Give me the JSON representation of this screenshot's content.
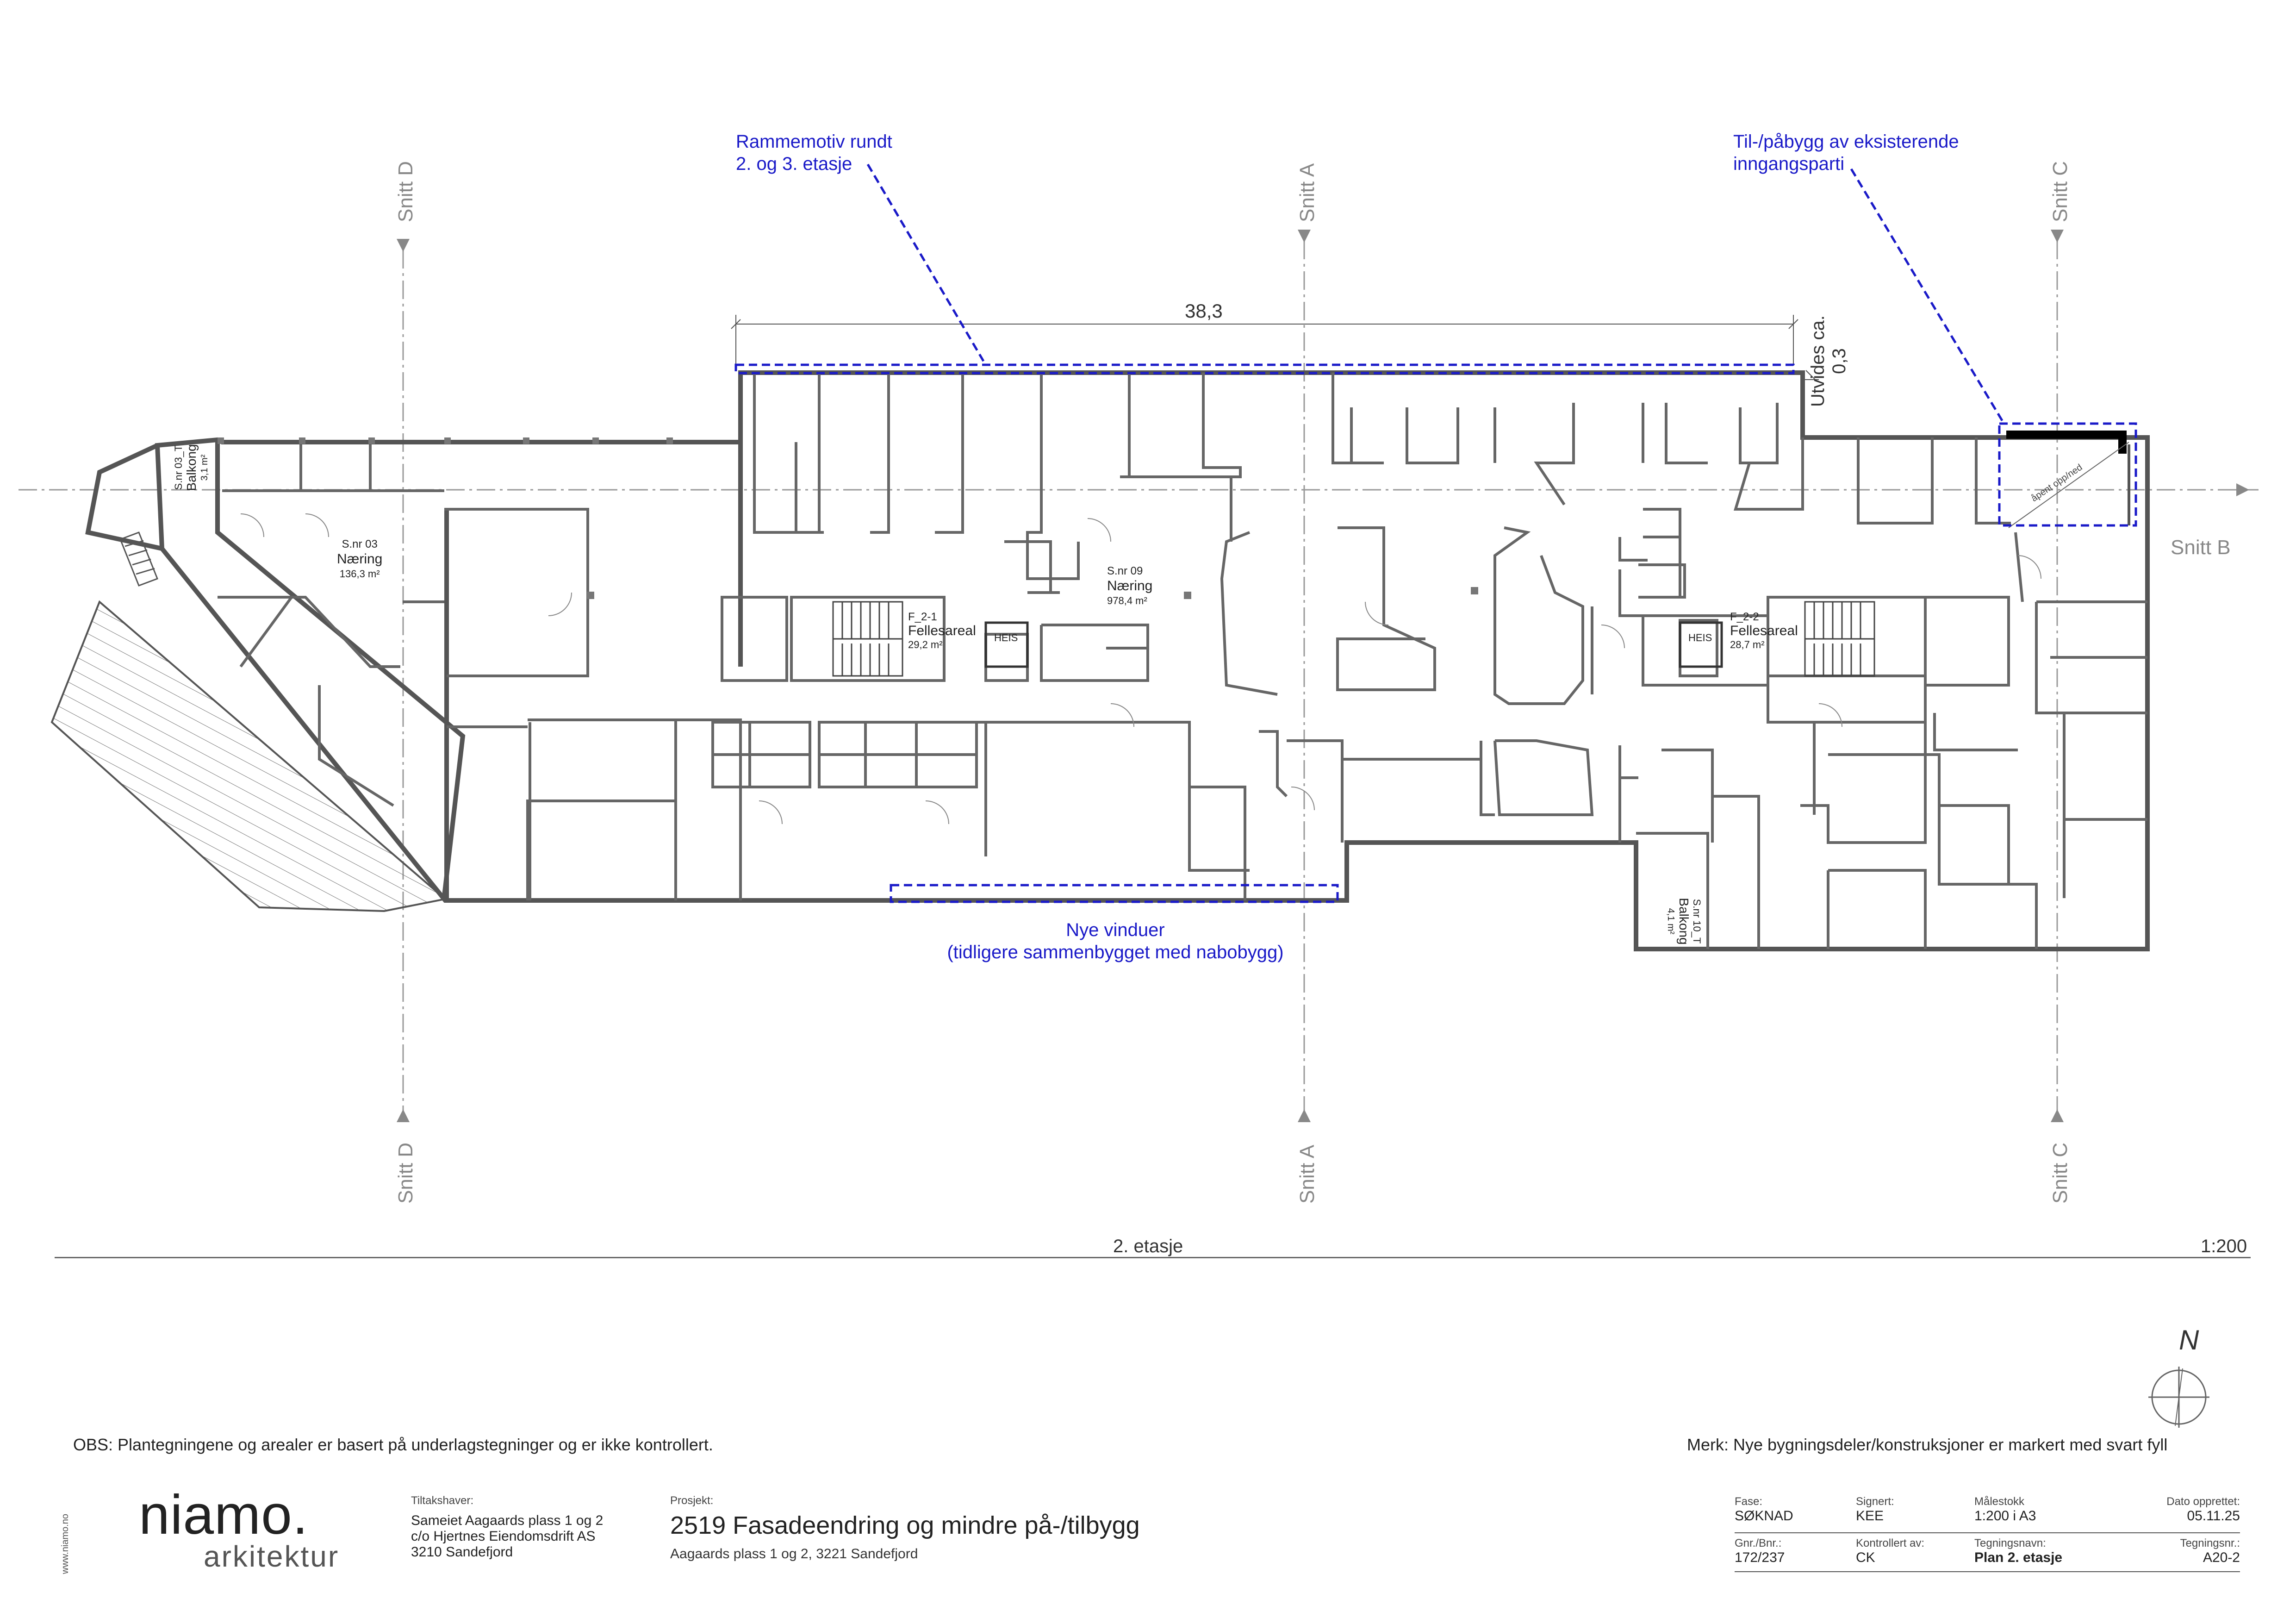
{
  "annotations": {
    "frame_top": [
      "Rammemotiv rundt",
      "2. og 3. etasje"
    ],
    "addition": [
      "Til-/påbygg av eksisterende",
      "inngangsparti"
    ],
    "windows": [
      "Nye vinduer",
      "(tidligere sammenbygget med nabobygg)"
    ],
    "expand": [
      "Utvides ca.",
      "0,3"
    ],
    "dimension": "38,3",
    "stair_note": "åpent opp/ned"
  },
  "sections": {
    "a": "Snitt A",
    "b": "Snitt B",
    "c": "Snitt C",
    "d": "Snitt D"
  },
  "rooms": {
    "r03": {
      "nr": "S.nr 03",
      "name": "Næring",
      "area": "136,3 m²"
    },
    "r09": {
      "nr": "S.nr 09",
      "name": "Næring",
      "area": "978,4 m²"
    },
    "f21": {
      "nr": "F_2-1",
      "name": "Fellesareal",
      "area": "29,2 m²"
    },
    "f22": {
      "nr": "F_2-2",
      "name": "Fellesareal",
      "area": "28,7 m²"
    },
    "lift": "HEIS",
    "balc03": {
      "nr": "S.nr 03_T",
      "name": "Balkong",
      "area": "3,1 m²"
    },
    "balc10": {
      "nr": "S.nr 10_T",
      "name": "Balkong",
      "area": "4,1 m²"
    }
  },
  "drawing": {
    "floor": "2. etasje",
    "scale": "1:200",
    "north": "N"
  },
  "notes": {
    "obs": "OBS: Plantegningene og arealer er basert på underlagstegninger og er ikke kontrollert.",
    "merk": "Merk: Nye bygningsdeler/konstruksjoner er markert med svart fyll"
  },
  "title_block": {
    "website": "www.niamo.no",
    "logo_name": "niamo.",
    "logo_sub": "arkitektur",
    "client_label": "Tiltakshaver:",
    "client_lines": [
      "Sameiet Aagaards plass 1 og 2",
      "c/o Hjertnes Eiendomsdrift AS",
      "3210 Sandefjord"
    ],
    "project_label": "Prosjekt:",
    "project_title": "2519 Fasadeendring og mindre på-/tilbygg",
    "project_address": "Aagaards plass 1 og 2, 3221 Sandefjord",
    "fase_label": "Fase:",
    "fase": "SØKNAD",
    "signed_label": "Signert:",
    "signed": "KEE",
    "scale_label": "Målestokk",
    "scale": "1:200 i A3",
    "date_label": "Dato opprettet:",
    "date": "05.11.25",
    "gnr_label": "Gnr./Bnr.:",
    "gnr": "172/237",
    "checked_label": "Kontrollert av:",
    "checked": "CK",
    "dwgname_label": "Tegningsnavn:",
    "dwgname": "Plan 2. etasje",
    "dwgno_label": "Tegningsnr.:",
    "dwgno": "A20-2"
  },
  "colors": {
    "annotation": "#1a1ac8",
    "wall": "#555555",
    "new": "#000000",
    "axis": "#888888"
  }
}
